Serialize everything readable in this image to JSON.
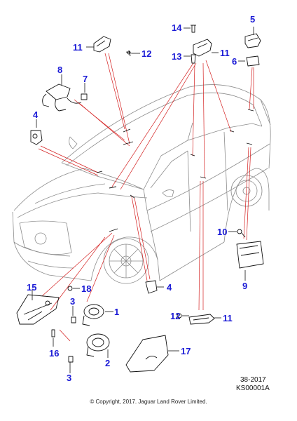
{
  "colors": {
    "callout": "#1a1ad6",
    "leader": "#d42020",
    "line": "#111111",
    "car": "#9a9a9a"
  },
  "callouts": {
    "c1": "1",
    "c2": "2",
    "c3a": "3",
    "c3b": "3",
    "c4a": "4",
    "c4b": "4",
    "c5": "5",
    "c6": "6",
    "c7": "7",
    "c8": "8",
    "c9": "9",
    "c10": "10",
    "c11a": "11",
    "c11b": "11",
    "c11c": "11",
    "c12a": "12",
    "c12b": "12",
    "c13": "13",
    "c14": "14",
    "c15": "15",
    "c16": "16",
    "c17": "17",
    "c18": "18"
  },
  "reference": {
    "date": "38-2017",
    "code": "KS00001A"
  },
  "copyright": "© Copyright, 2017. Jaguar Land Rover Limited."
}
